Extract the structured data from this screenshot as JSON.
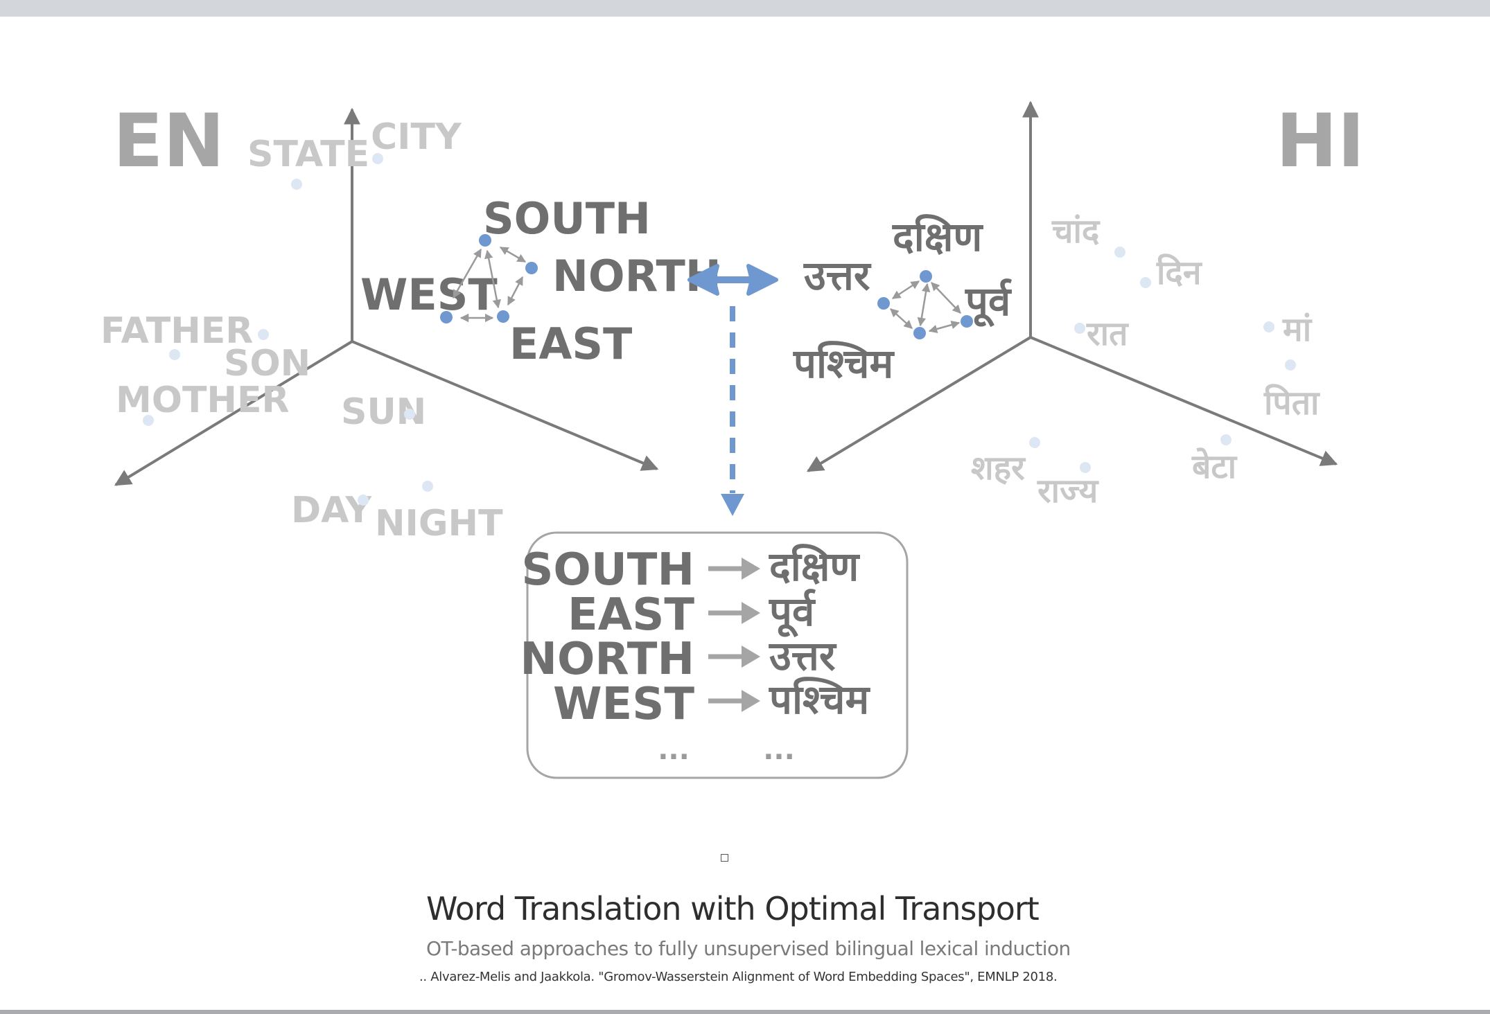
{
  "diagram": {
    "en_space": {
      "label": "EN",
      "highlight_words": [
        "SOUTH",
        "NORTH",
        "WEST",
        "EAST"
      ],
      "faded_words": [
        "STATE",
        "CITY",
        "FATHER",
        "SON",
        "MOTHER",
        "SUN",
        "DAY",
        "NIGHT"
      ]
    },
    "hi_space": {
      "label": "HI",
      "highlight_words": [
        "दक्षिण",
        "उत्तर",
        "पूर्व",
        "पश्चिम"
      ],
      "faded_words": [
        "चांद",
        "दिन",
        "रात",
        "मां",
        "पिता",
        "शहर",
        "राज्य",
        "बेटा"
      ]
    },
    "mapping": {
      "rows": [
        {
          "source": "SOUTH",
          "target": "दक्षिण"
        },
        {
          "source": "EAST",
          "target": "पूर्व"
        },
        {
          "source": "NORTH",
          "target": "उत्तर"
        },
        {
          "source": "WEST",
          "target": "पश्चिम"
        }
      ],
      "ellipsis_source": "...",
      "ellipsis_target": "..."
    },
    "colors": {
      "axis": "#7a7a7a",
      "highlight_dot": "#6f97d0",
      "faded_dot": "#dde6f3",
      "highlight_text": "#6f6f6f",
      "faded_text": "#c8c8c8",
      "arrow_blue": "#6f97d0",
      "box_border": "#a5a5a5"
    }
  },
  "caption": {
    "title": "Word Translation with Optimal Transport",
    "subtitle": "OT-based approaches to fully unsupervised bilingual lexical induction",
    "reference": ".. Alvarez-Melis and Jaakkola. \"Gromov-Wasserstein Alignment of Word Embedding Spaces\", EMNLP 2018."
  }
}
